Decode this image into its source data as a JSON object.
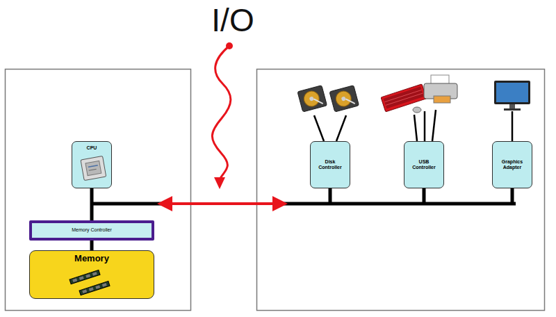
{
  "diagram": {
    "title": "I/O",
    "nodes": [
      {
        "text": [
          "CPU"
        ]
      },
      {
        "text": [
          "Memory Controller"
        ]
      },
      {
        "text": [
          "Memory"
        ]
      },
      {
        "text": [
          "Disk Controller"
        ]
      },
      {
        "text": [
          "USB Controller"
        ]
      },
      {
        "text": [
          "Graphics Adapter"
        ]
      }
    ],
    "edges": [
      {
        "from": 0,
        "to": 1,
        "arrow": "none"
      },
      {
        "from": 1,
        "to": 2,
        "arrow": "none"
      }
    ]
  }
}
